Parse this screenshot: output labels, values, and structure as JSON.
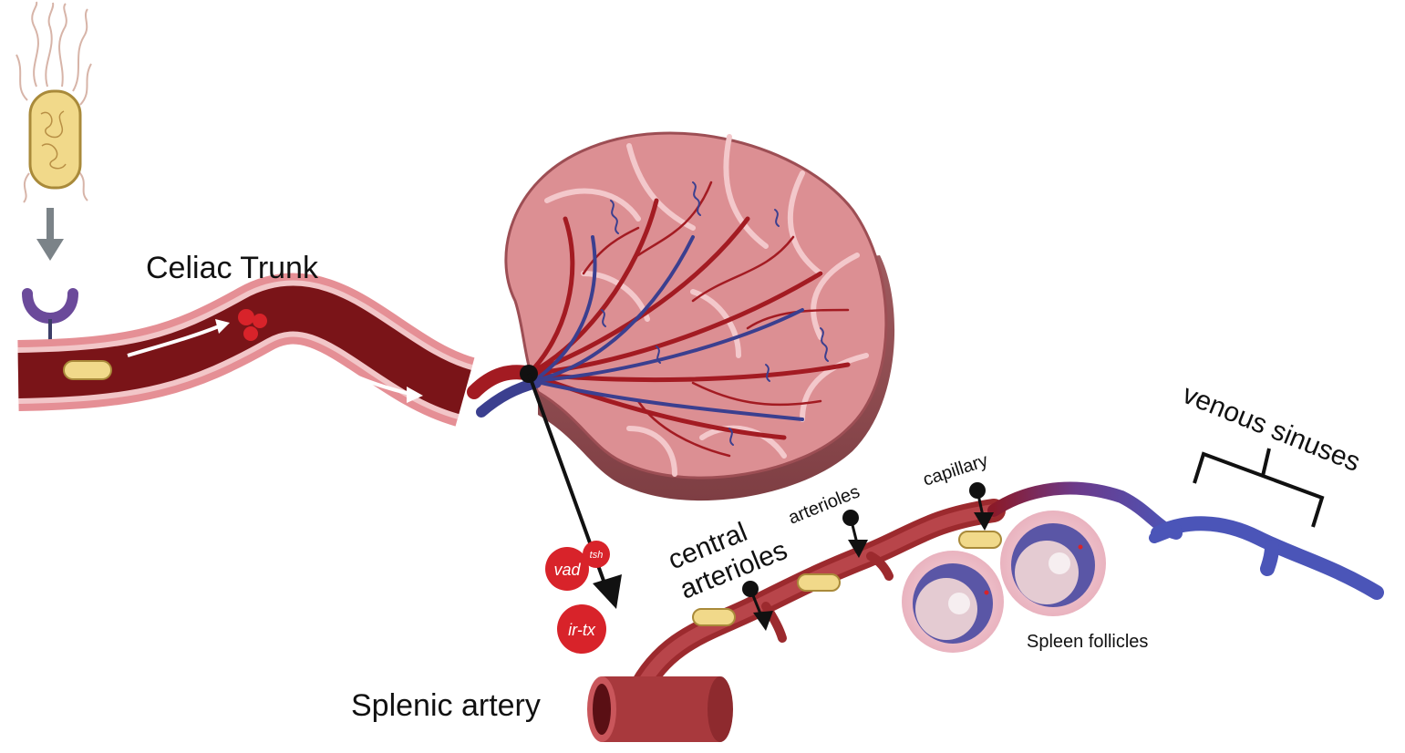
{
  "labels": {
    "celiac_trunk": "Celiac Trunk",
    "splenic_artery": "Splenic artery",
    "central_arterioles_line1": "central",
    "central_arterioles_line2": "arterioles",
    "arterioles": "arterioles",
    "capillary": "capillary",
    "venous_sinuses": "venous sinuses",
    "spleen_follicles": "Spleen follicles"
  },
  "toxins": {
    "vad": "vad",
    "tsh": "tsh",
    "irtx": "ir-tx"
  },
  "colors": {
    "artery_dark": "#7a1418",
    "artery_wall": "#e4959a",
    "vein_blue": "#4a4fa8",
    "bacterium": "#f1d98a",
    "receptor": "#6b4a9a",
    "toxin_red": "#d8232a",
    "spleen_tissue": "#d98a8e",
    "follicle_pink": "#f1c6cf"
  }
}
